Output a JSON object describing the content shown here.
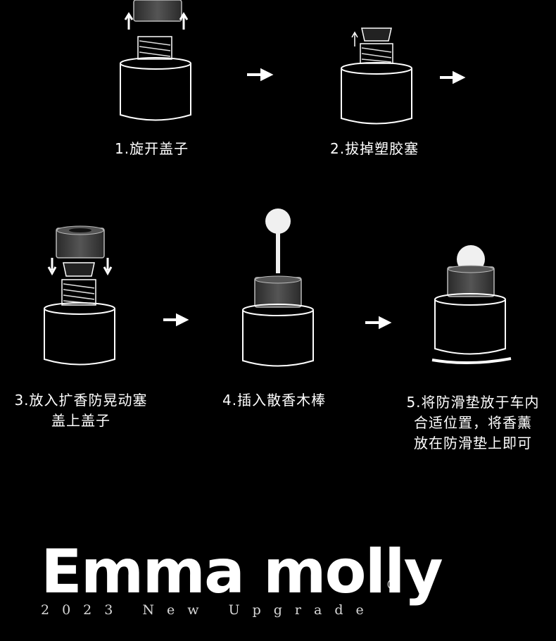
{
  "steps": [
    {
      "label": "1.旋开盖子"
    },
    {
      "label": "2.拔掉塑胶塞"
    },
    {
      "label_line1": "3.放入扩香防晃动塞",
      "label_line2": "盖上盖子"
    },
    {
      "label": "4.插入散香木棒"
    },
    {
      "label_line1": "5.将防滑垫放于车内",
      "label_line2": "合适位置，将香薰",
      "label_line3": "放在防滑垫上即可"
    }
  ],
  "brand": {
    "name": "Emma molly",
    "registered": "®",
    "tagline": "2023 New Upgrade"
  },
  "colors": {
    "background": "#000000",
    "line": "#ffffff",
    "cap": "#3a3a3a"
  },
  "icons": [
    "bottle-icon",
    "cap-icon",
    "plug-icon",
    "reed-stick-icon",
    "arrow-right-icon",
    "arrow-up-icon",
    "arrow-down-icon"
  ]
}
